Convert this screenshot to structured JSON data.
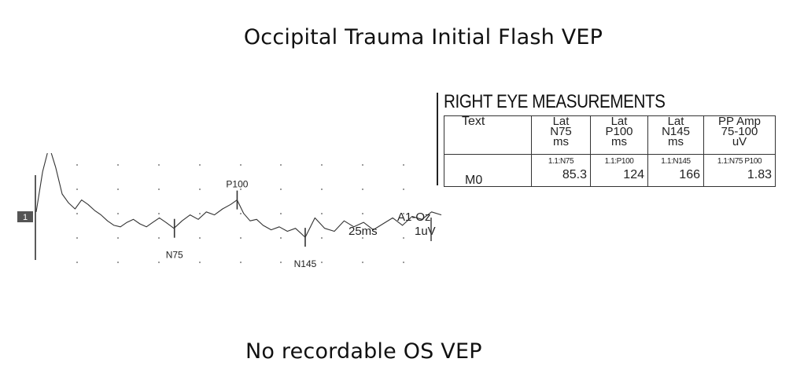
{
  "title": "Occipital Trauma Initial Flash VEP",
  "footnote": "No recordable OS VEP",
  "measurements": {
    "title": "RIGHT EYE MEASUREMENTS",
    "headers": [
      [
        "Text"
      ],
      [
        "Lat",
        "N75",
        "ms"
      ],
      [
        "Lat",
        "P100",
        "ms"
      ],
      [
        "Lat",
        "N145",
        "ms"
      ],
      [
        "PP Amp",
        "75-100",
        "uV"
      ]
    ],
    "row": {
      "label": "M0",
      "sublabels": [
        "1.1:N75",
        "1.1:P100",
        "1.1:N145",
        "1.1:N75 P100"
      ],
      "values": [
        "85.3",
        "124",
        "166",
        "1.83"
      ]
    }
  },
  "chart_data": {
    "type": "line",
    "title": "",
    "channel_number": "1",
    "channel_label": "A1-Oz",
    "scale_time": "25ms",
    "scale_amp": "1uV",
    "markers": [
      {
        "label": "N75",
        "latency_ms": 85.3
      },
      {
        "label": "P100",
        "latency_ms": 124
      },
      {
        "label": "N145",
        "latency_ms": 166
      }
    ],
    "series": [
      {
        "x": [
          0,
          4,
          8,
          12,
          16,
          20,
          24,
          28,
          32,
          36,
          40,
          44,
          48,
          52,
          56,
          60,
          64,
          68,
          72,
          76,
          80,
          85,
          90,
          95,
          100,
          105,
          110,
          115,
          120,
          124,
          128,
          132,
          136,
          140,
          145,
          150,
          155,
          160,
          166,
          172,
          178,
          184,
          190,
          196,
          202,
          208,
          214,
          220,
          226,
          232,
          238,
          244,
          250
        ],
        "y": [
          0.8,
          3.5,
          5.2,
          3.8,
          2.0,
          1.4,
          1.0,
          1.6,
          1.3,
          0.9,
          0.6,
          0.2,
          -0.1,
          -0.2,
          0.1,
          0.3,
          0.0,
          -0.2,
          0.1,
          0.4,
          0.1,
          -0.3,
          0.2,
          0.6,
          0.3,
          0.8,
          0.6,
          1.0,
          1.3,
          1.6,
          0.7,
          0.2,
          0.3,
          -0.1,
          -0.4,
          -0.2,
          -0.5,
          -0.3,
          -0.9,
          0.4,
          -0.3,
          -0.5,
          0.2,
          -0.2,
          0.1,
          -0.4,
          0.0,
          0.4,
          -0.1,
          0.5,
          0.3,
          0.8,
          0.6
        ]
      }
    ]
  }
}
